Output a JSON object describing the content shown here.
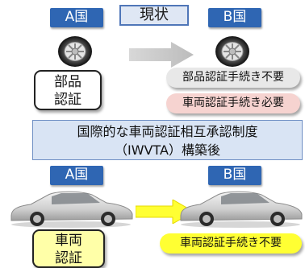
{
  "top": {
    "current_label": "現状",
    "country_a": "A国",
    "country_b": "B国",
    "parts_cert_line1": "部品",
    "parts_cert_line2": "認証",
    "parts_not_required": "部品認証手続き不要",
    "vehicle_required": "車両認証手続き必要"
  },
  "banner": {
    "line1": "国際的な車両認証相互承認制度",
    "line2": "（IWVTA）構築後"
  },
  "bottom": {
    "country_a": "A国",
    "country_b": "B国",
    "vehicle_cert_line1": "車両",
    "vehicle_cert_line2": "認証",
    "vehicle_not_required": "車両認証手続き不要"
  },
  "colors": {
    "country_fill": "#2f66b3",
    "current_fill": "#dfe7f4",
    "banner_fill": "#d9e4f4",
    "grey_pill": "#e8e8e8",
    "pink_pill": "#f6d3d0",
    "yellow": "#ffff33",
    "yellow_box": "#ffffa8",
    "grey_arrow": "#c9c9c9"
  }
}
